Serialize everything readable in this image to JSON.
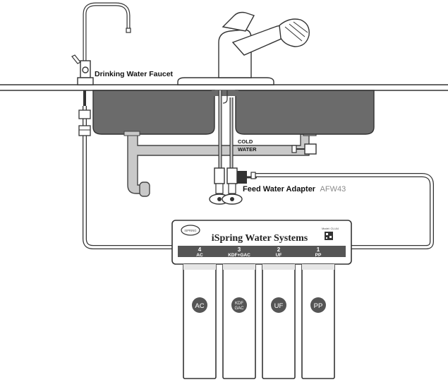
{
  "labels": {
    "drinking_faucet": "Drinking Water Faucet",
    "cold_line1": "COLD",
    "cold_line2": "WATER",
    "adapter_bold": "Feed Water Adapter",
    "adapter_model": "AFW43"
  },
  "filter_system": {
    "brand": "iSpring Water Systems",
    "logo_text": "iSPRING",
    "model_label": "Model: CU-A4",
    "stages": [
      {
        "number": "4",
        "code": "AC"
      },
      {
        "number": "3",
        "code": "KDF+GAC"
      },
      {
        "number": "2",
        "code": "UF"
      },
      {
        "number": "1",
        "code": "PP"
      }
    ],
    "cartridges": [
      {
        "badge": "AC"
      },
      {
        "badge_line1": "KDF",
        "badge_line2": "GAC"
      },
      {
        "badge": "UF"
      },
      {
        "badge": "PP"
      }
    ]
  },
  "colors": {
    "sink": "#6b6b6b",
    "pipe_fill": "#c9c9c9",
    "outline": "#333333",
    "stage_bar": "#555555"
  }
}
